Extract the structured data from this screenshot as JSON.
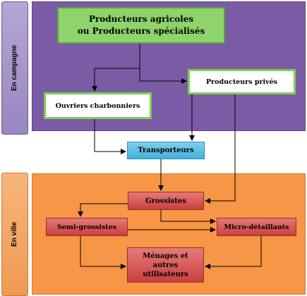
{
  "sections": {
    "campagne": {
      "label": "En campagne"
    },
    "ville": {
      "label": "En ville"
    }
  },
  "nodes": {
    "producteurs_agricoles": {
      "line1": "Producteurs agricoles",
      "line2": "ou Producteurs spécialisés"
    },
    "producteurs_prives": {
      "label": "Producteurs privés"
    },
    "ouvriers_charbonniers": {
      "label": "Ouvriers charbonniers"
    },
    "transporteurs": {
      "label": "Transporteurs"
    },
    "grossistes": {
      "label": "Grossistes"
    },
    "semi_grossistes": {
      "label": "Semi-grossistes"
    },
    "micro_detaillants": {
      "label": "Micro-détaillants"
    },
    "menages": {
      "line1": "Ménages et",
      "line2": "autres",
      "line3": "utilisateurs"
    }
  },
  "edges": [
    {
      "from": "producteurs_agricoles",
      "to": "ouvriers_charbonniers"
    },
    {
      "from": "producteurs_agricoles",
      "to": "producteurs_prives"
    },
    {
      "from": "ouvriers_charbonniers",
      "to": "transporteurs"
    },
    {
      "from": "producteurs_prives",
      "to": "transporteurs"
    },
    {
      "from": "producteurs_prives",
      "to": "grossistes"
    },
    {
      "from": "transporteurs",
      "to": "grossistes"
    },
    {
      "from": "grossistes",
      "to": "semi_grossistes"
    },
    {
      "from": "grossistes",
      "to": "micro_detaillants"
    },
    {
      "from": "semi_grossistes",
      "to": "micro_detaillants"
    },
    {
      "from": "semi_grossistes",
      "to": "menages"
    },
    {
      "from": "micro_detaillants",
      "to": "menages"
    }
  ],
  "colors": {
    "campagne_panel": "#7b5ba6",
    "ville_panel": "#f79646",
    "producer_box": "#8ed36b",
    "transport_box": "#43b0da",
    "market_box": "#c9403e",
    "connector": "#000000"
  }
}
